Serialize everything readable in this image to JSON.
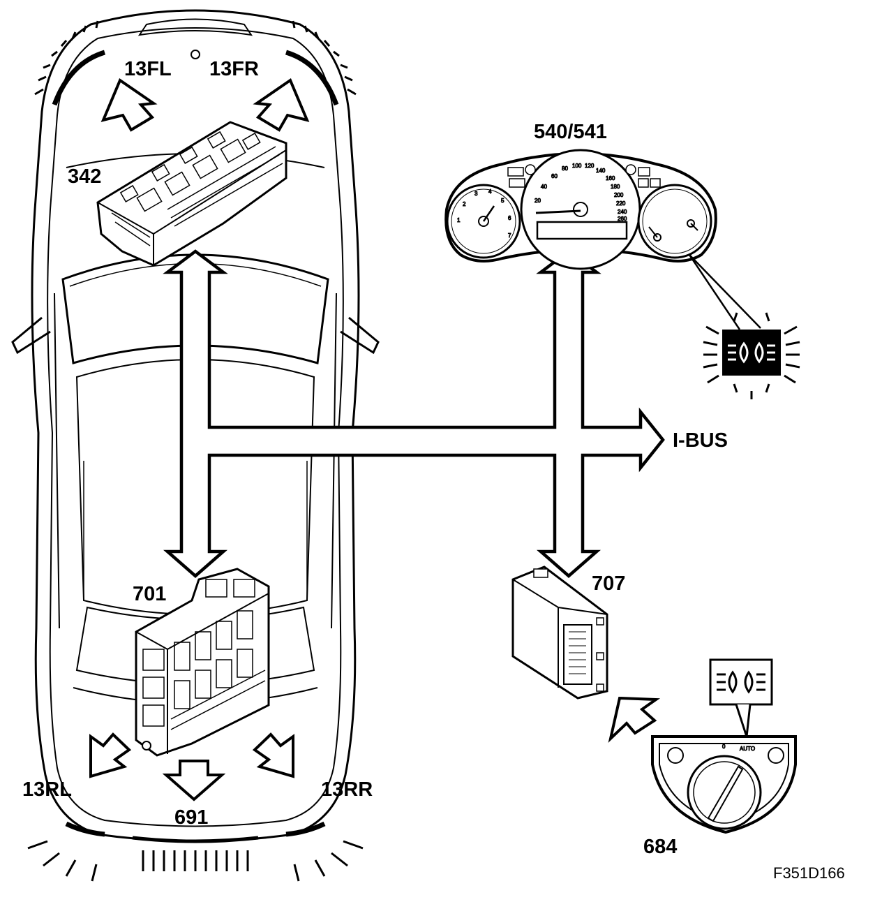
{
  "labels": {
    "front_left": "13FL",
    "front_right": "13FR",
    "rear_left": "13RL",
    "rear_right": "13RR",
    "rear_center": "691",
    "front_module": "342",
    "rear_module": "701",
    "instrument_cluster": "540/541",
    "light_module": "707",
    "light_switch": "684",
    "bus": "I-BUS",
    "figure_id": "F351D166"
  },
  "gauges": {
    "speed_ticks": [
      "20",
      "40",
      "60",
      "80",
      "100",
      "120",
      "140",
      "160",
      "180",
      "200",
      "220",
      "240",
      "260"
    ],
    "rpm_ticks": [
      "1",
      "2",
      "3",
      "4",
      "5",
      "6",
      "7"
    ]
  },
  "switch_positions": [
    "0",
    "AUTO"
  ]
}
